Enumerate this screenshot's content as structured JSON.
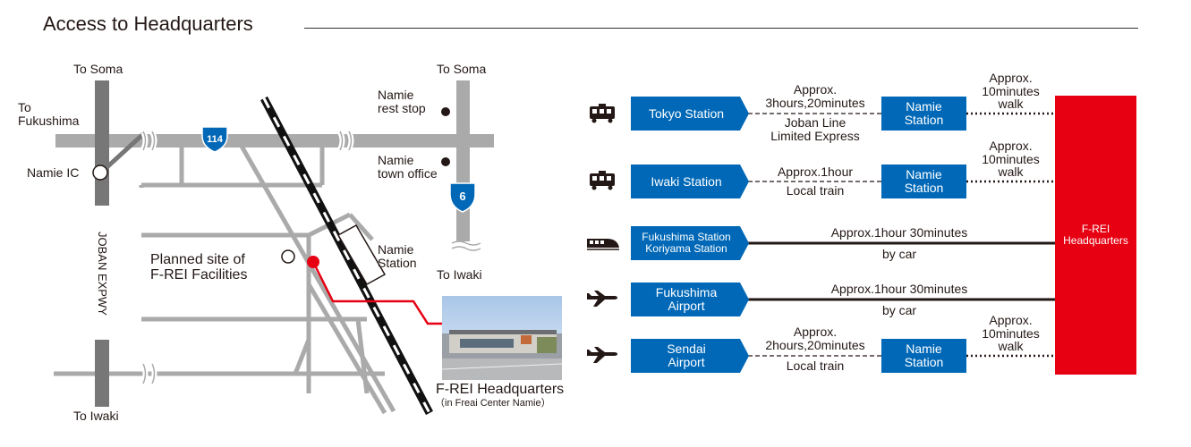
{
  "header": {
    "title": "Access to Headquarters"
  },
  "map": {
    "to_soma_left": "To Soma",
    "to_soma_right": "To Soma",
    "to_fukushima": "To\nFukushima",
    "namie_ic": "Namie IC",
    "joban_expwy": "JOBAN EXPWY",
    "to_iwaki_left": "To Iwaki",
    "to_iwaki_right": "To Iwaki",
    "route_114": "114",
    "route_6": "6",
    "rest_stop": "Namie\nrest stop",
    "town_office": "Namie\ntown office",
    "namie_station": "Namie\nStation",
    "planned_site": "Planned site of\nF-REI Facilities",
    "hq_name": "F-REI Headquarters",
    "hq_sub": "（in  Freai Center Namie）"
  },
  "routes": {
    "tokyo": {
      "origin": "Tokyo Station",
      "time": "Approx.\n3hours,20minutes",
      "line": "Joban Line\nLimited Express",
      "dest": "Namie\nStation",
      "walk": "Approx.\n10minutes\nwalk",
      "icon": "train-icon"
    },
    "iwaki": {
      "origin": "Iwaki Station",
      "time": "Approx.1hour",
      "line": "Local train",
      "dest": "Namie\nStation",
      "walk": "Approx.\n10minutes\nwalk",
      "icon": "train-icon"
    },
    "fukushima_koriyama": {
      "origin": "Fukushima Station\nKoriyama Station",
      "time": "Approx.1hour 30minutes",
      "line": "by car",
      "icon": "shinkansen-icon"
    },
    "fukushima_airport": {
      "origin": "Fukushima\nAirport",
      "time": "Approx.1hour 30minutes",
      "line": "by car",
      "icon": "airplane-icon"
    },
    "sendai": {
      "origin": "Sendai\nAirport",
      "time": "Approx.\n2hours,20minutes",
      "line": "Local train",
      "dest": "Namie\nStation",
      "walk": "Approx.\n10minutes\nwalk",
      "icon": "airplane-icon"
    }
  },
  "destination": "F-REI\nHeadquarters",
  "colors": {
    "blue": "#0068b7",
    "red": "#e60012",
    "road": "#9fa0a0",
    "road_dark": "#595757",
    "text": "#231815"
  }
}
